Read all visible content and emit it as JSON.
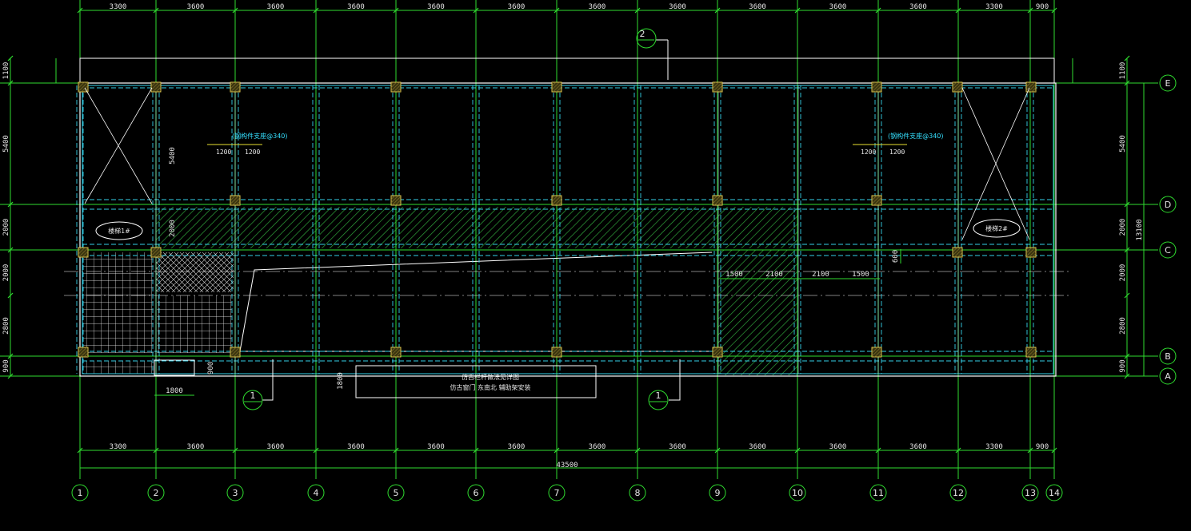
{
  "dims_top": [
    "3300",
    "3600",
    "3600",
    "3600",
    "3600",
    "3600",
    "3600",
    "3600",
    "3600",
    "3600",
    "3600",
    "3300",
    "900"
  ],
  "dims_bottom": [
    "3300",
    "3600",
    "3600",
    "3600",
    "3600",
    "3600",
    "3600",
    "3600",
    "3600",
    "3600",
    "3600",
    "3300",
    "900"
  ],
  "total_dim": "43500",
  "dims_left": [
    "1100",
    "5400",
    "2000",
    "2000",
    "2800",
    "900"
  ],
  "dims_right": [
    "1100",
    "5400",
    "2000",
    "2000",
    "2800",
    "900"
  ],
  "total_dim_right": "13100",
  "axes_x": [
    "1",
    "2",
    "3",
    "4",
    "5",
    "6",
    "7",
    "8",
    "9",
    "10",
    "11",
    "12",
    "13",
    "14"
  ],
  "axes_y": [
    "E",
    "D",
    "C",
    "B",
    "A"
  ],
  "inner_dim_5400": "5400",
  "inner_dim_2000": "2000",
  "stair_dim_1800": "1800",
  "stair_dim_900": "900",
  "vert_dim_1800": "1800",
  "dim_600": "600",
  "span_dims": [
    "1500",
    "2100",
    "2100",
    "1500"
  ],
  "beam_note_left": "(钢构件支座@340)",
  "beam_note_right": "(钢构件支座@340)",
  "beam_dims_left": [
    "1200",
    "1200"
  ],
  "beam_dims_right": [
    "1200",
    "1200"
  ],
  "stair_label_left": "楼梯1#",
  "stair_label_right": "楼梯2#",
  "section_top": "2",
  "section_left": "1",
  "section_right": "1",
  "note_line1": "仿古栏杆做法见详图",
  "note_line2": "仿古窗门 东南北 辅助架安装"
}
